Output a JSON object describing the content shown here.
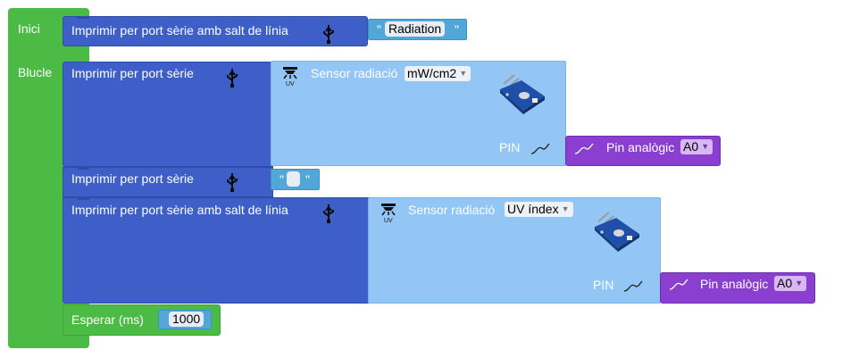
{
  "setup_block": {
    "label": "Inici",
    "print_ln": {
      "label": "Imprimir per port sèrie amb salt de línia",
      "value": "Radiation"
    }
  },
  "loop_block": {
    "label": "Blucle",
    "print1": {
      "label": "Imprimir per port sèrie",
      "sensor": {
        "label": "Sensor radiació",
        "unit": "mW/cm2",
        "pin_label": "PIN",
        "pin_block": {
          "label": "Pin analògic",
          "value": "A0"
        }
      }
    },
    "print2": {
      "label": "Imprimir per port sèrie",
      "value": ""
    },
    "print3": {
      "label": "Imprimir per port sèrie amb salt de línia",
      "sensor": {
        "label": "Sensor radiació",
        "unit": "UV índex",
        "pin_label": "PIN",
        "pin_block": {
          "label": "Pin analògic",
          "value": "A0"
        }
      }
    },
    "wait": {
      "label": "Esperar (ms)",
      "value": "1000"
    }
  },
  "colors": {
    "control": "#4cbb45",
    "serial": "#3d5fc7",
    "sensor": "#93c6f4",
    "analog_pin": "#8a3fd0",
    "text_block": "#52a7d9"
  },
  "icons": [
    "usb-icon",
    "uv-lamp-icon",
    "analog-wave-icon",
    "sensor-board-image"
  ]
}
